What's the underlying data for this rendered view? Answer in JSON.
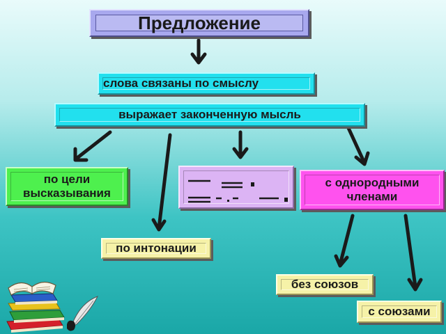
{
  "title": "Предложение",
  "nodes": {
    "meaning": "слова связаны по смыслу",
    "complete_thought": "выражает законченную мысль",
    "purpose": [
      "по цели",
      "высказывания"
    ],
    "homogeneous": [
      "с однородными",
      "членами"
    ],
    "intonation": "по интонации",
    "no_conjunctions": "без союзов",
    "with_conjunctions": "с союзами"
  },
  "colors": {
    "title_box": "#a8a8ee",
    "cyan_box": "#22e0ee",
    "green_box": "#4ef04e",
    "yellow_box": "#f6f2a8",
    "pink_box": "#ff52ee",
    "lilac_box": "#dcb4f4",
    "arrow": "#1a1a1a"
  },
  "icons": [
    "books-icon",
    "quill-pen-icon"
  ]
}
